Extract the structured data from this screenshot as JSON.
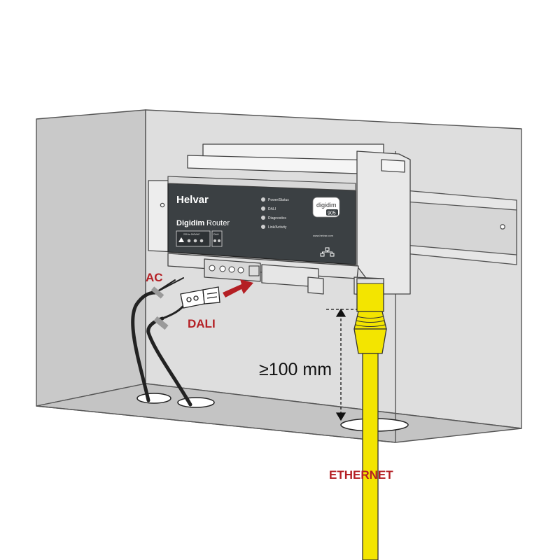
{
  "labels": {
    "ac": "AC",
    "dali": "DALI",
    "ethernet": "ETHERNET",
    "clearance": "≥100 mm"
  },
  "device": {
    "brand": "Helvar",
    "product": "Digidim",
    "product_suffix": "Router",
    "model_logo": "digidim",
    "model_number": "905",
    "indicators": [
      "Power/Status",
      "DALI",
      "Diagnostics",
      "Link/Activity"
    ],
    "terminal_label_mains": "230 to 240VAC",
    "terminal_label_dali": "DALI",
    "website": "www.helvar.com"
  },
  "colors": {
    "label_red": "#b41f24",
    "ethernet_yellow": "#f3e500",
    "device_panel": "#3b4043",
    "enclosure": "#d4d4d4",
    "arrow": "#b41f24"
  }
}
